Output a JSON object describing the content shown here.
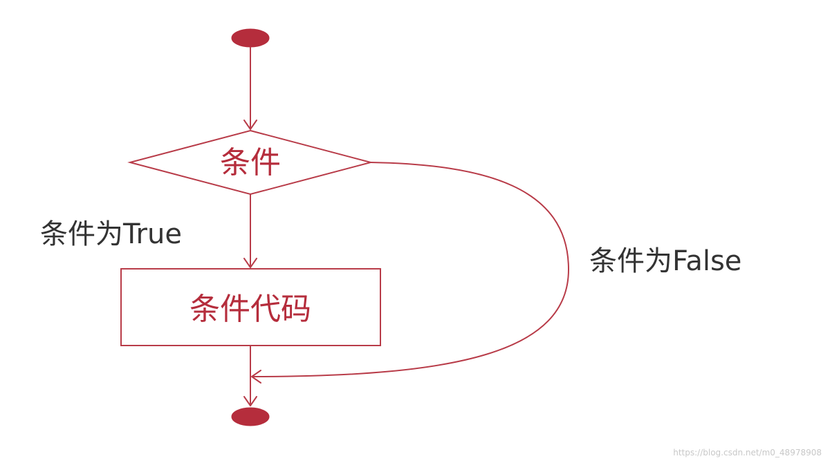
{
  "diagram": {
    "decision_label": "条件",
    "process_label": "条件代码",
    "true_label": "条件为True",
    "false_label": "条件为False"
  },
  "watermark": "https://blog.csdn.net/m0_48978908",
  "colors": {
    "accent": "#b83b48",
    "text": "#333333"
  }
}
